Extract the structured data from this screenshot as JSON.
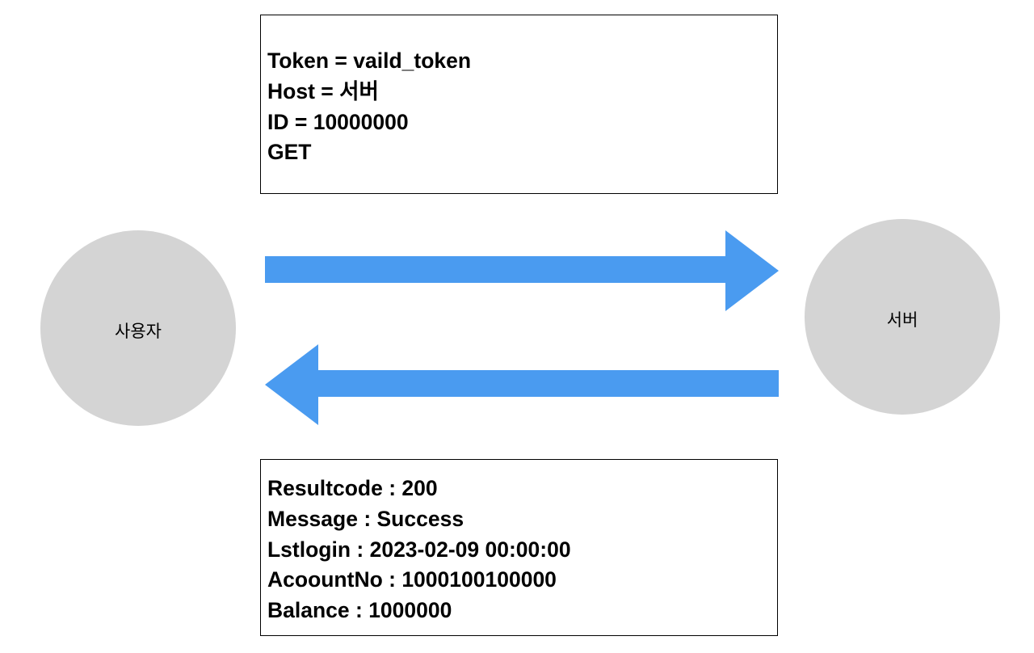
{
  "diagram": {
    "title": "API request and response sequence between user and server",
    "background_color": "#ffffff",
    "accent_color": "#4a9bf0",
    "node_fill_color": "#d4d4d4",
    "border_color": "#000000"
  },
  "nodes": {
    "user": {
      "label": "사용자",
      "shape": "circle"
    },
    "server": {
      "label": "서버",
      "shape": "circle"
    }
  },
  "arrows": {
    "request": {
      "direction": "right",
      "from": "user",
      "to": "server",
      "color": "#4a9bf0"
    },
    "response": {
      "direction": "left",
      "from": "server",
      "to": "user",
      "color": "#4a9bf0"
    }
  },
  "request_box": {
    "lines": [
      "Token = vaild_token",
      "Host = 서버",
      "ID = 10000000",
      "GET"
    ]
  },
  "response_box": {
    "lines": [
      "Resultcode : 200",
      "Message : Success",
      "Lstlogin : 2023-02-09 00:00:00",
      "AcoountNo : 1000100100000",
      "Balance : 1000000"
    ]
  }
}
